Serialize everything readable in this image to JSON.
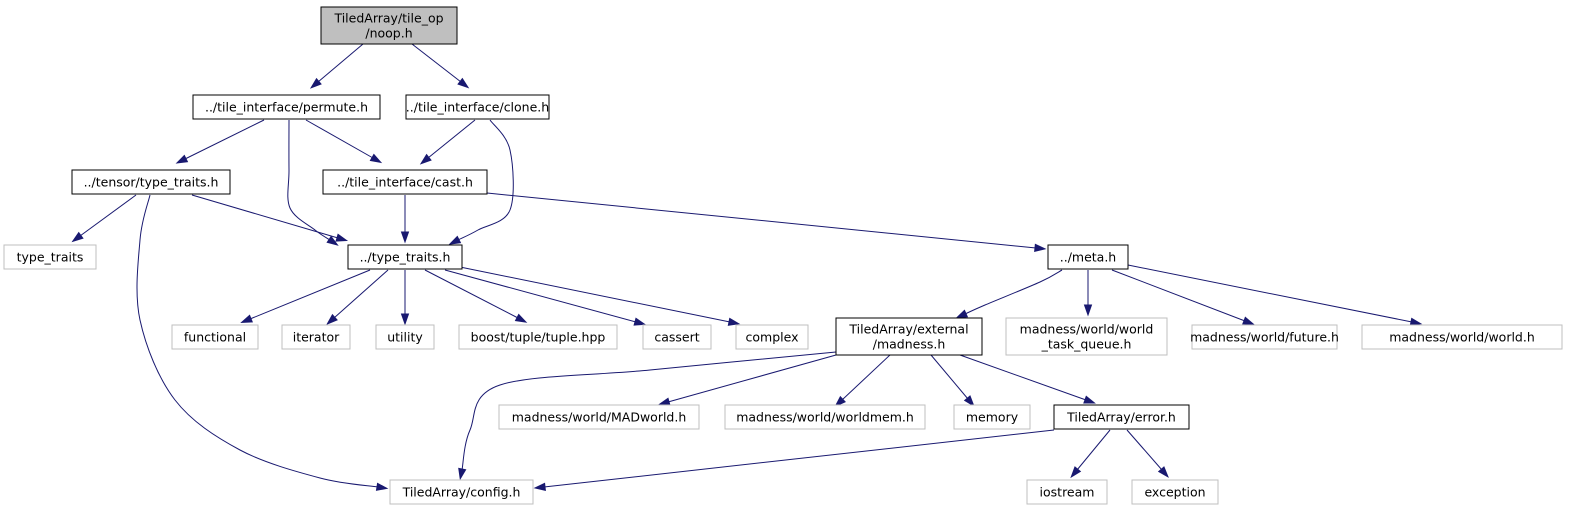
{
  "colors": {
    "edge": "#191970",
    "root_fill": "#bfbfbf",
    "root_stroke": "#000000",
    "internal_stroke": "#000000",
    "external_stroke": "#bfbfbf",
    "text": "#000000"
  },
  "nodes": [
    {
      "id": "noop",
      "lines": [
        "TiledArray/tile_op",
        "/noop.h"
      ],
      "kind": "root"
    },
    {
      "id": "permute",
      "lines": [
        "../tile_interface/permute.h"
      ],
      "kind": "internal"
    },
    {
      "id": "clone",
      "lines": [
        "../tile_interface/clone.h"
      ],
      "kind": "internal"
    },
    {
      "id": "tensor_tt",
      "lines": [
        "../tensor/type_traits.h"
      ],
      "kind": "internal"
    },
    {
      "id": "cast",
      "lines": [
        "../tile_interface/cast.h"
      ],
      "kind": "internal"
    },
    {
      "id": "type_traits_sys",
      "lines": [
        "type_traits"
      ],
      "kind": "external"
    },
    {
      "id": "tt",
      "lines": [
        "../type_traits.h"
      ],
      "kind": "internal"
    },
    {
      "id": "meta",
      "lines": [
        "../meta.h"
      ],
      "kind": "internal"
    },
    {
      "id": "functional",
      "lines": [
        "functional"
      ],
      "kind": "external"
    },
    {
      "id": "iterator",
      "lines": [
        "iterator"
      ],
      "kind": "external"
    },
    {
      "id": "utility",
      "lines": [
        "utility"
      ],
      "kind": "external"
    },
    {
      "id": "boost",
      "lines": [
        "boost/tuple/tuple.hpp"
      ],
      "kind": "external"
    },
    {
      "id": "cassert",
      "lines": [
        "cassert"
      ],
      "kind": "external"
    },
    {
      "id": "complex",
      "lines": [
        "complex"
      ],
      "kind": "external"
    },
    {
      "id": "madness",
      "lines": [
        "TiledArray/external",
        "/madness.h"
      ],
      "kind": "internal"
    },
    {
      "id": "wtq",
      "lines": [
        "madness/world/world",
        "_task_queue.h"
      ],
      "kind": "external"
    },
    {
      "id": "future",
      "lines": [
        "madness/world/future.h"
      ],
      "kind": "external"
    },
    {
      "id": "world",
      "lines": [
        "madness/world/world.h"
      ],
      "kind": "external"
    },
    {
      "id": "madworld",
      "lines": [
        "madness/world/MADworld.h"
      ],
      "kind": "external"
    },
    {
      "id": "worldmem",
      "lines": [
        "madness/world/worldmem.h"
      ],
      "kind": "external"
    },
    {
      "id": "memory",
      "lines": [
        "memory"
      ],
      "kind": "external"
    },
    {
      "id": "error",
      "lines": [
        "TiledArray/error.h"
      ],
      "kind": "internal"
    },
    {
      "id": "config",
      "lines": [
        "TiledArray/config.h"
      ],
      "kind": "external"
    },
    {
      "id": "iostream",
      "lines": [
        "iostream"
      ],
      "kind": "external"
    },
    {
      "id": "exception",
      "lines": [
        "exception"
      ],
      "kind": "external"
    }
  ],
  "edges": [
    {
      "from": "noop",
      "to": "permute"
    },
    {
      "from": "noop",
      "to": "clone"
    },
    {
      "from": "permute",
      "to": "tensor_tt"
    },
    {
      "from": "permute",
      "to": "tt"
    },
    {
      "from": "permute",
      "to": "cast"
    },
    {
      "from": "clone",
      "to": "cast"
    },
    {
      "from": "clone",
      "to": "tt"
    },
    {
      "from": "tensor_tt",
      "to": "type_traits_sys"
    },
    {
      "from": "tensor_tt",
      "to": "tt"
    },
    {
      "from": "tensor_tt",
      "to": "config"
    },
    {
      "from": "cast",
      "to": "tt"
    },
    {
      "from": "cast",
      "to": "meta"
    },
    {
      "from": "tt",
      "to": "functional"
    },
    {
      "from": "tt",
      "to": "iterator"
    },
    {
      "from": "tt",
      "to": "utility"
    },
    {
      "from": "tt",
      "to": "boost"
    },
    {
      "from": "tt",
      "to": "cassert"
    },
    {
      "from": "tt",
      "to": "complex"
    },
    {
      "from": "meta",
      "to": "madness"
    },
    {
      "from": "meta",
      "to": "wtq"
    },
    {
      "from": "meta",
      "to": "future"
    },
    {
      "from": "meta",
      "to": "world"
    },
    {
      "from": "madness",
      "to": "config"
    },
    {
      "from": "madness",
      "to": "madworld"
    },
    {
      "from": "madness",
      "to": "worldmem"
    },
    {
      "from": "madness",
      "to": "memory"
    },
    {
      "from": "madness",
      "to": "error"
    },
    {
      "from": "error",
      "to": "config"
    },
    {
      "from": "error",
      "to": "iostream"
    },
    {
      "from": "error",
      "to": "exception"
    }
  ]
}
